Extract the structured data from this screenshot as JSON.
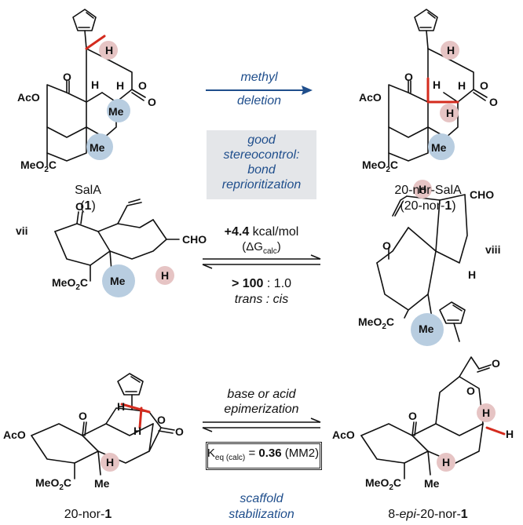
{
  "colors": {
    "accent_blue": "#1f4e8c",
    "bond_red": "#d42b1e",
    "highlight_blue": "#b8cde0",
    "highlight_pink": "#e6c4c4",
    "box_gray": "#e4e6e9"
  },
  "row1": {
    "left_compound": {
      "name": "SalA",
      "number_open": "(",
      "number": "1",
      "number_close": ")"
    },
    "right_compound": {
      "name": "20-nor-SalA",
      "number_open": "(20-nor-",
      "number": "1",
      "number_close": ")"
    },
    "arrow_label": [
      "methyl",
      "deletion"
    ],
    "box_text": [
      "good",
      "stereocontrol:",
      "bond",
      "reprioritization"
    ]
  },
  "row2": {
    "left_label": "vii",
    "right_label": "viii",
    "energy_value": "+4.4",
    "energy_unit": " kcal/mol",
    "energy_sub_open": "(ΔG",
    "energy_sub": "calc",
    "energy_sub_close": ")",
    "ratio_value": "> 100",
    "ratio_rest": " : 1.0",
    "ratio_names": "trans : cis"
  },
  "row3": {
    "left_compound_prefix": "20-nor-",
    "left_compound_num": "1",
    "right_compound_prefix_a": "8-",
    "right_compound_epi": "epi",
    "right_compound_prefix_b": "-20-nor-",
    "right_compound_num": "1",
    "arrow_label": [
      "base or acid",
      "epimerization"
    ],
    "keq_k": "K",
    "keq_sub": "eq (calc)",
    "keq_eq": " = ",
    "keq_value": "0.36",
    "keq_method": " (MM2)",
    "footer": [
      "scaffold",
      "stabilization"
    ]
  },
  "atoms": {
    "aco": "AcO",
    "o": "O",
    "h": "H",
    "me": "Me",
    "meo2c_a": "MeO",
    "meo2c_2": "2",
    "meo2c_b": "C",
    "cho": "CHO"
  }
}
